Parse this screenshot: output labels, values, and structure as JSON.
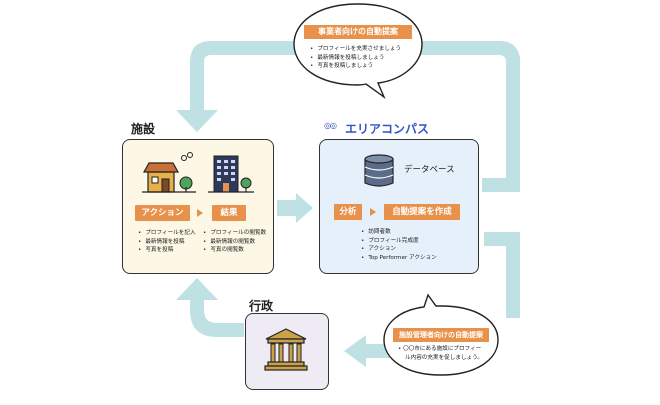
{
  "top_bubble": {
    "title": "事業者向けの自動提案",
    "items": [
      "プロフィールを充実させましょう",
      "最新情報を投稿しましょう",
      "写真を投稿しましょう"
    ]
  },
  "facility": {
    "title": "施設",
    "action_label": "アクション",
    "result_label": "結果",
    "action_items": [
      "プロフィールを記入",
      "最新情報を投稿",
      "写真を投稿"
    ],
    "result_items": [
      "プロフィールの閲覧数",
      "最新情報の閲覧数",
      "写真の閲覧数"
    ]
  },
  "area_compass": {
    "title": "エリアコンパス",
    "logo_mark": "◎◎",
    "db_label": "データベース",
    "analysis_label": "分析",
    "auto_label": "自動提案を作成",
    "items": [
      "訪問者数",
      "プロフィール完成度",
      "アクション",
      "Top Performer アクション"
    ]
  },
  "government": {
    "title": "行政"
  },
  "bottom_bubble": {
    "title": "施設管理者向けの自動提案",
    "text_line1": "〇〇市にある施設にプロフィー",
    "text_line2": "ル内容の充実を促しましょう。"
  },
  "colors": {
    "flow": "#bfe1e3",
    "accent": "#e8914a",
    "facility_bg": "#fdf7e6",
    "area_bg": "#e6f0fa",
    "gov_bg": "#eeebf5",
    "brand": "#3453c4"
  }
}
